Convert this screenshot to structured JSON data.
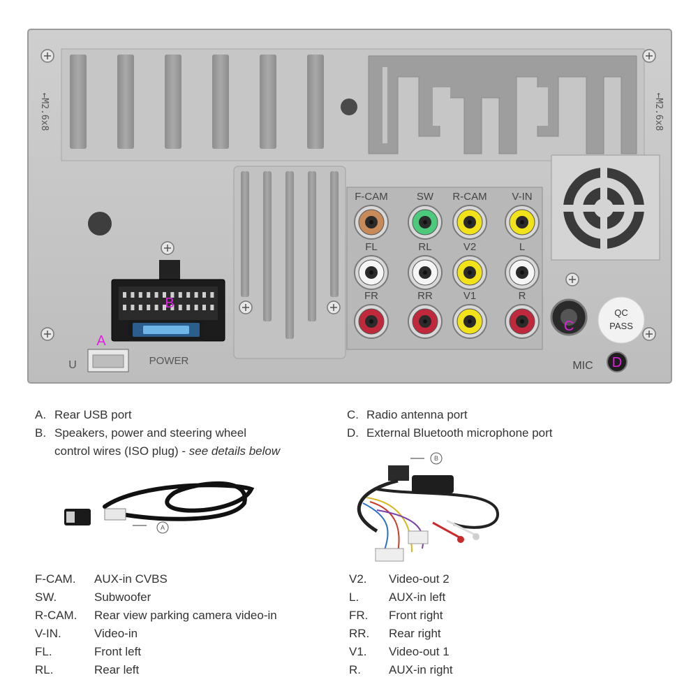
{
  "panel": {
    "side_labels": {
      "left": "←M2.6x8",
      "right": "←M2.6x8"
    },
    "port_labels": {
      "power": "POWER",
      "usb_u": "U",
      "mic": "MIC",
      "qc_line1": "QC",
      "qc_line2": "PASS"
    },
    "markers": {
      "a": "A",
      "b": "B",
      "c": "C",
      "d": "D"
    },
    "marker_color": "#e020e0",
    "rca_rows": [
      {
        "labels": [
          "F-CAM",
          "SW",
          "R-CAM",
          "V-IN"
        ],
        "colors": [
          "#c98a5a",
          "#4cc97a",
          "#f2e21a",
          "#f2e21a"
        ]
      },
      {
        "labels": [
          "FL",
          "RL",
          "V2",
          "L"
        ],
        "colors": [
          "#f5f5f5",
          "#f5f5f5",
          "#f2e21a",
          "#f5f5f5"
        ]
      },
      {
        "labels": [
          "FR",
          "RR",
          "V1",
          "R"
        ],
        "colors": [
          "#c0283c",
          "#c0283c",
          "#f2e21a",
          "#c0283c"
        ]
      }
    ]
  },
  "legend_left": [
    {
      "letter": "A.",
      "text": "Rear USB port"
    },
    {
      "letter": "B.",
      "text": "Speakers, power and steering wheel",
      "continuation": "control wires (ISO plug) - ",
      "continuation_italic": "see details below"
    }
  ],
  "legend_right": [
    {
      "letter": "C.",
      "text": "Radio antenna port"
    },
    {
      "letter": "D.",
      "text": "External Bluetooth microphone port"
    }
  ],
  "callouts": {
    "usb_cable": "A",
    "harness": "B"
  },
  "codes_left": [
    {
      "code": "F-CAM.",
      "desc": "AUX-in CVBS"
    },
    {
      "code": "SW.",
      "desc": "Subwoofer"
    },
    {
      "code": "R-CAM.",
      "desc": "Rear view parking camera video-in"
    },
    {
      "code": "V-IN.",
      "desc": "Video-in"
    },
    {
      "code": "FL.",
      "desc": "Front left"
    },
    {
      "code": "RL.",
      "desc": "Rear left"
    }
  ],
  "codes_right": [
    {
      "code": "V2.",
      "desc": "Video-out 2"
    },
    {
      "code": "L.",
      "desc": "AUX-in left"
    },
    {
      "code": "FR.",
      "desc": "Front right"
    },
    {
      "code": "RR.",
      "desc": "Rear right"
    },
    {
      "code": "V1.",
      "desc": "Video-out 1"
    },
    {
      "code": "R.",
      "desc": "AUX-in right"
    }
  ]
}
